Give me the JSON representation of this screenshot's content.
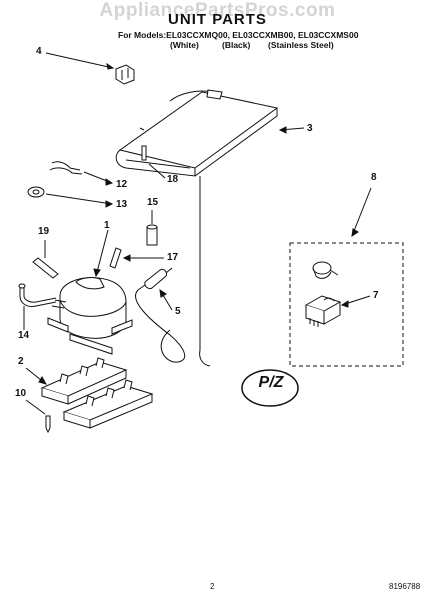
{
  "header": {
    "watermark": "AppliancePartsPros.com",
    "title": "UNIT PARTS",
    "models_line": "For Models:EL03CCXMQ00, EL03CCXMB00, EL03CCXMS00",
    "variants": [
      "(White)",
      "(Black)",
      "(Stainless Steel)"
    ]
  },
  "callouts": [
    "4",
    "3",
    "12",
    "18",
    "13",
    "8",
    "15",
    "19",
    "1",
    "17",
    "7",
    "5",
    "14",
    "2",
    "10"
  ],
  "logo": {
    "text": "P/Z"
  },
  "footer": {
    "page_number": "2",
    "doc_number": "8196788"
  }
}
